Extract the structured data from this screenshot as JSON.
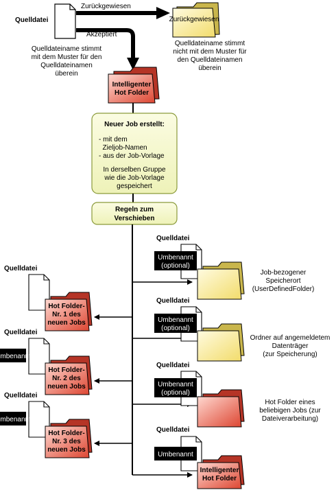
{
  "top": {
    "source_file_label": "Quelldatei",
    "rejected_label": "Zurückgewiesen",
    "rejected_folder_label": "Zurückgewiesen",
    "rejected_note": [
      "Quelldateiname stimmt",
      "nicht mit dem Muster für",
      "den Quelldateinamen",
      "überein"
    ],
    "accepted_label": "Akzeptiert",
    "accepted_note": [
      "Quelldateiname stimmt",
      "mit dem Muster für den",
      "Quelldateinamen",
      "überein"
    ],
    "smart_folder_label": [
      "Intelligenter",
      "Hot Folder"
    ]
  },
  "new_job_box": {
    "title": "Neuer Job erstellt:",
    "bullets": [
      "- mit dem",
      "  Zieljob-Namen",
      "- aus der Job-Vorlage"
    ],
    "footer": [
      "In derselben Gruppe",
      "wie die Job-Vorlage",
      "gespeichert"
    ]
  },
  "rules_box": {
    "lines": [
      "Regeln zum",
      "Verschieben"
    ]
  },
  "left_branches": [
    {
      "source_label": "Quelldatei",
      "rename_label": "",
      "folder_label": [
        "Hot Folder-",
        "Nr. 1 des",
        "neuen Jobs"
      ]
    },
    {
      "source_label": "Quelldatei",
      "rename_label": "Umbenannt",
      "folder_label": [
        "Hot Folder-",
        "Nr. 2 des",
        "neuen Jobs"
      ]
    },
    {
      "source_label": "Quelldatei",
      "rename_label": "Umbenannt",
      "folder_label": [
        "Hot Folder-",
        "Nr. 3 des",
        "neuen Jobs"
      ]
    }
  ],
  "right_branches": [
    {
      "source_label": "Quelldatei",
      "rename_label": [
        "Umbenannt",
        "(optional)"
      ],
      "description": [
        "Job-bezogener",
        "Speicherort",
        "(UserDefinedFolder)"
      ],
      "folder_label": []
    },
    {
      "source_label": "Quelldatei",
      "rename_label": [
        "Umbenannt",
        "(optional)"
      ],
      "description": [
        "Ordner auf angemeldetem",
        "Datenträger",
        "(zur Speicherung)"
      ],
      "folder_label": []
    },
    {
      "source_label": "Quelldatei",
      "rename_label": [
        "Umbenannt",
        "(optional)"
      ],
      "description": [
        "Hot Folder eines",
        "beliebigen Jobs (zur",
        "Dateiverarbeitung)"
      ],
      "folder_label": []
    },
    {
      "source_label": "Quelldatei",
      "rename_label": [
        "Umbenannt"
      ],
      "description": [],
      "folder_label": [
        "Intelligenter",
        "Hot Folder"
      ]
    }
  ],
  "colors": {
    "yellow_folder": "#f5e27a",
    "yellow_folder_back": "#c9b64c",
    "red_folder": "#e0523f",
    "red_folder_back": "#b53426",
    "callout_fill": "#f6f7c8",
    "callout_stroke": "#8a9a3a",
    "label_box": "#000000"
  }
}
